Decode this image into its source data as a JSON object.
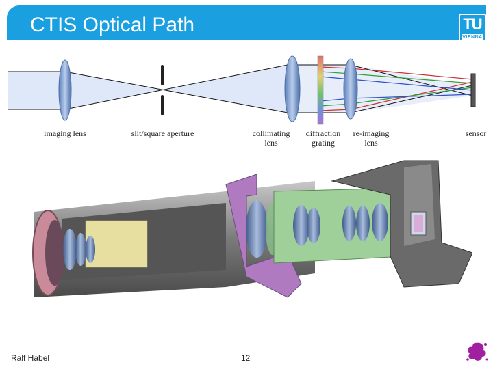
{
  "slide": {
    "title": "CTIS Optical Path",
    "logo_main": "TU",
    "logo_sub": "VIENNA",
    "author": "Ralf Habel",
    "page_number": "12"
  },
  "diagram_labels": {
    "imaging_lens": "imaging lens",
    "aperture": "slit/square aperture",
    "collimating_lens": "collimating\nlens",
    "grating": "diffraction\ngrating",
    "reimaging_lens": "re-imaging\nlens",
    "sensor": "sensor"
  },
  "colors": {
    "accent": "#1a9fe0",
    "beam": "#dfe8f8",
    "lens": "#7fa3d6"
  }
}
